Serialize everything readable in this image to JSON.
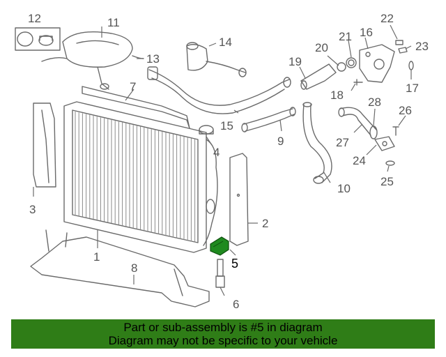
{
  "diagram": {
    "callouts": {
      "c1": "1",
      "c2": "2",
      "c3": "3",
      "c4": "4",
      "c5": "5",
      "c6": "6",
      "c7": "7",
      "c8": "8",
      "c9": "9",
      "c10": "10",
      "c11": "11",
      "c12": "12",
      "c13": "13",
      "c14": "14",
      "c15": "15",
      "c16": "16",
      "c17": "17",
      "c18": "18",
      "c19": "19",
      "c20": "20",
      "c21": "21",
      "c22": "22",
      "c23": "23",
      "c24": "24",
      "c25": "25",
      "c26": "26",
      "c27": "27",
      "c28": "28"
    },
    "highlighted_part": "5",
    "colors": {
      "line": "#6a6a6a",
      "highlight": "#1f8a1f",
      "banner": "#2f7d17"
    }
  },
  "banner": {
    "line1": "Part or sub-assembly is #5 in diagram",
    "line2": "Diagram may not be specific to your vehicle"
  }
}
